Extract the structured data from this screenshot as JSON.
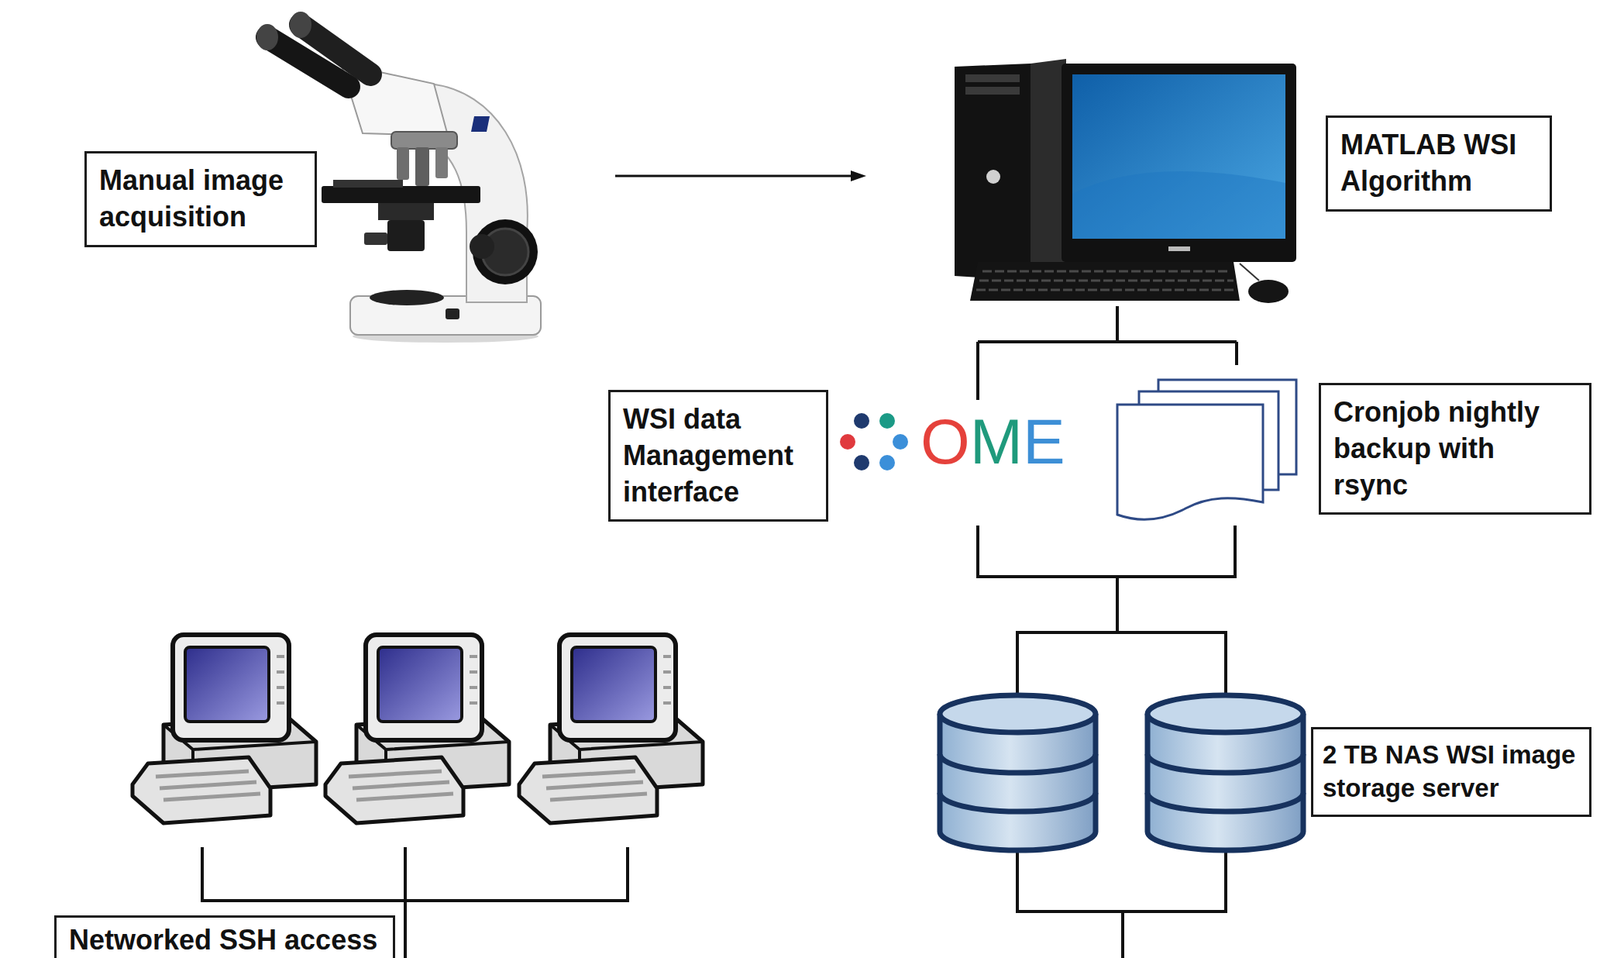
{
  "diagram": {
    "nodes": [
      {
        "text": [
          "Manual image acquisition"
        ]
      },
      {
        "text": [
          "MATLAB WSI Algorithm"
        ]
      },
      {
        "text": [
          "WSI data Management interface"
        ]
      },
      {
        "text": [
          "Cronjob nightly backup with rsync"
        ]
      },
      {
        "text": [
          "2 TB NAS WSI image storage server"
        ]
      },
      {
        "text": [
          "Networked SSH access"
        ]
      }
    ],
    "labels": [
      "OME"
    ]
  }
}
